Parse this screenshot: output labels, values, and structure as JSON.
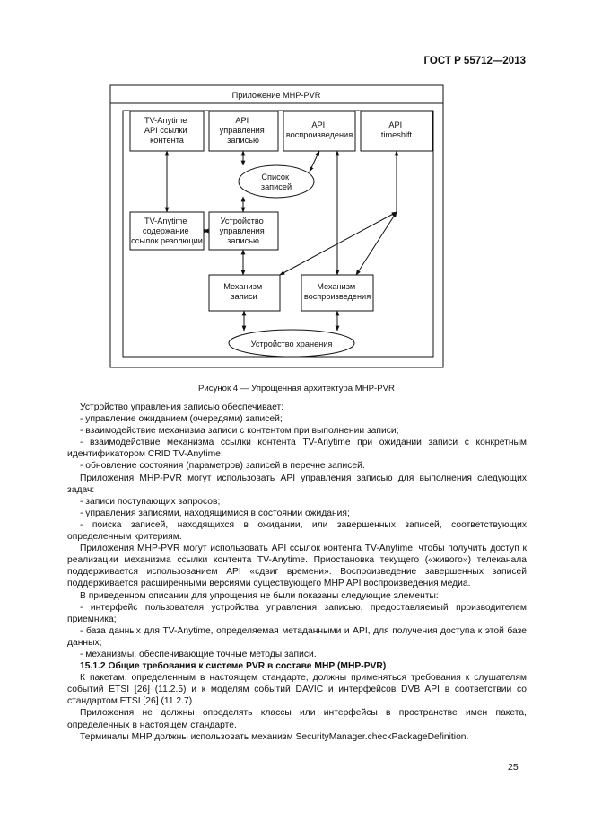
{
  "header": {
    "standard": "ГОСТ Р 55712—2013"
  },
  "figure": {
    "app_box": "Приложение MHP-PVR",
    "api_link": [
      "TV-Anytime",
      "API ссылки",
      "контента"
    ],
    "api_record": [
      "API",
      "управления",
      "записью"
    ],
    "api_play": [
      "API",
      "воспроизведения"
    ],
    "api_timeshift": [
      "API",
      "timeshift"
    ],
    "record_list": [
      "Список",
      "записей"
    ],
    "tva_content": [
      "TV-Anytime",
      "содержание",
      "ссылок резолюции"
    ],
    "record_device": [
      "Устройство",
      "управления",
      "записью"
    ],
    "record_mech": [
      "Механизм",
      "записи"
    ],
    "play_mech": [
      "Механизм",
      "воспроизведения"
    ],
    "storage": "Устройство хранения",
    "caption": "Рисунок 4 — Упрощенная архитектура MHP-PVR"
  },
  "body": [
    {
      "cls": "ind",
      "text": "Устройство управления записью обеспечивает:"
    },
    {
      "cls": "ind",
      "text": "- управление ожиданием (очередями) записей;"
    },
    {
      "cls": "ind",
      "text": "- взаимодействие механизма записи с контентом при выполнении записи;"
    },
    {
      "cls": "ind",
      "text": "- взаимодействие механизма ссылки контента TV-Anytime при ожидании записи с конкретным идентификатором CRID TV-Anytime;"
    },
    {
      "cls": "ind",
      "text": "- обновление состояния (параметров) записей в перечне записей."
    },
    {
      "cls": "ind",
      "text": "Приложения MHP-PVR могут использовать API управления записью для выполнения следующих задач:"
    },
    {
      "cls": "ind",
      "text": "- записи поступающих запросов;"
    },
    {
      "cls": "ind",
      "text": "- управления записями, находящимися в состоянии ожидания;"
    },
    {
      "cls": "ind",
      "text": "- поиска записей, находящихся в ожидании, или завершенных записей, соответствующих определенным критериям."
    },
    {
      "cls": "ind",
      "text": "Приложения MHP-PVR могут использовать API ссылок контента TV-Anytime, чтобы получить доступ к реализации механизма ссылки контента TV-Anytime. Приостановка текущего («живого») телеканала поддерживается использованием API «сдвиг времени». Воспроизведение завершенных записей поддерживается расширенными версиями существующего MHP API воспроизведения медиа."
    },
    {
      "cls": "ind",
      "text": "В приведенном описании для упрощения не были показаны следующие элементы:"
    },
    {
      "cls": "ind",
      "text": "- интерфейс пользователя устройства управления записью, предоставляемый производителем приемника;"
    },
    {
      "cls": "ind",
      "text": "- база данных для TV-Anytime, определяемая метаданными и API, для получения доступа к этой базе данных;"
    },
    {
      "cls": "ind",
      "text": "- механизмы, обеспечивающие точные методы записи."
    },
    {
      "cls": "sec",
      "text": "15.1.2 Общие требования к системе PVR в составе MHP (MHP-PVR)"
    },
    {
      "cls": "ind",
      "text": "К пакетам, определенным в настоящем стандарте, должны применяться требования к слушателям событий ETSI [26] (11.2.5) и к моделям событий DAVIC и интерфейсов DVB API в соответствии со стандартом ETSI [26] (11.2.7)."
    },
    {
      "cls": "ind",
      "text": "Приложения не должны определять классы или интерфейсы в пространстве имен пакета, определенных в настоящем стандарте."
    },
    {
      "cls": "ind",
      "text": "Терминалы MHP должны использовать механизм SecurityManager.checkPackageDefinition."
    }
  ],
  "page_number": "25"
}
